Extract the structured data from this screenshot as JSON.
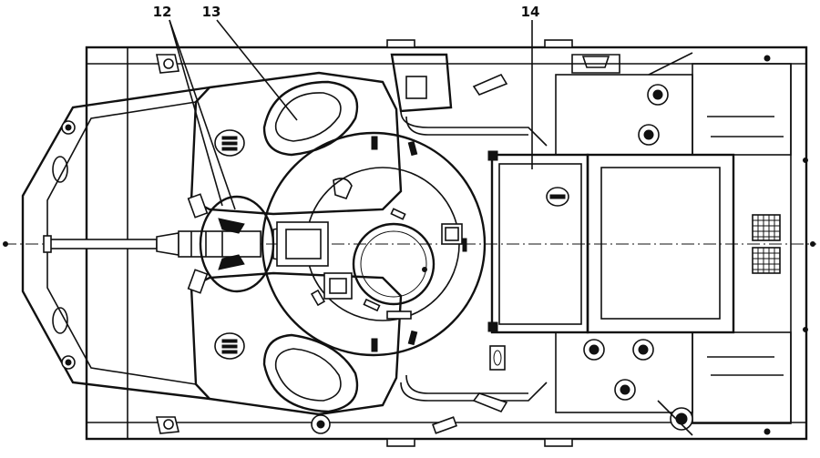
{
  "figure": {
    "callouts": [
      {
        "id": "c12",
        "label": "12"
      },
      {
        "id": "c13",
        "label": "13"
      },
      {
        "id": "c14",
        "label": "14"
      }
    ]
  }
}
